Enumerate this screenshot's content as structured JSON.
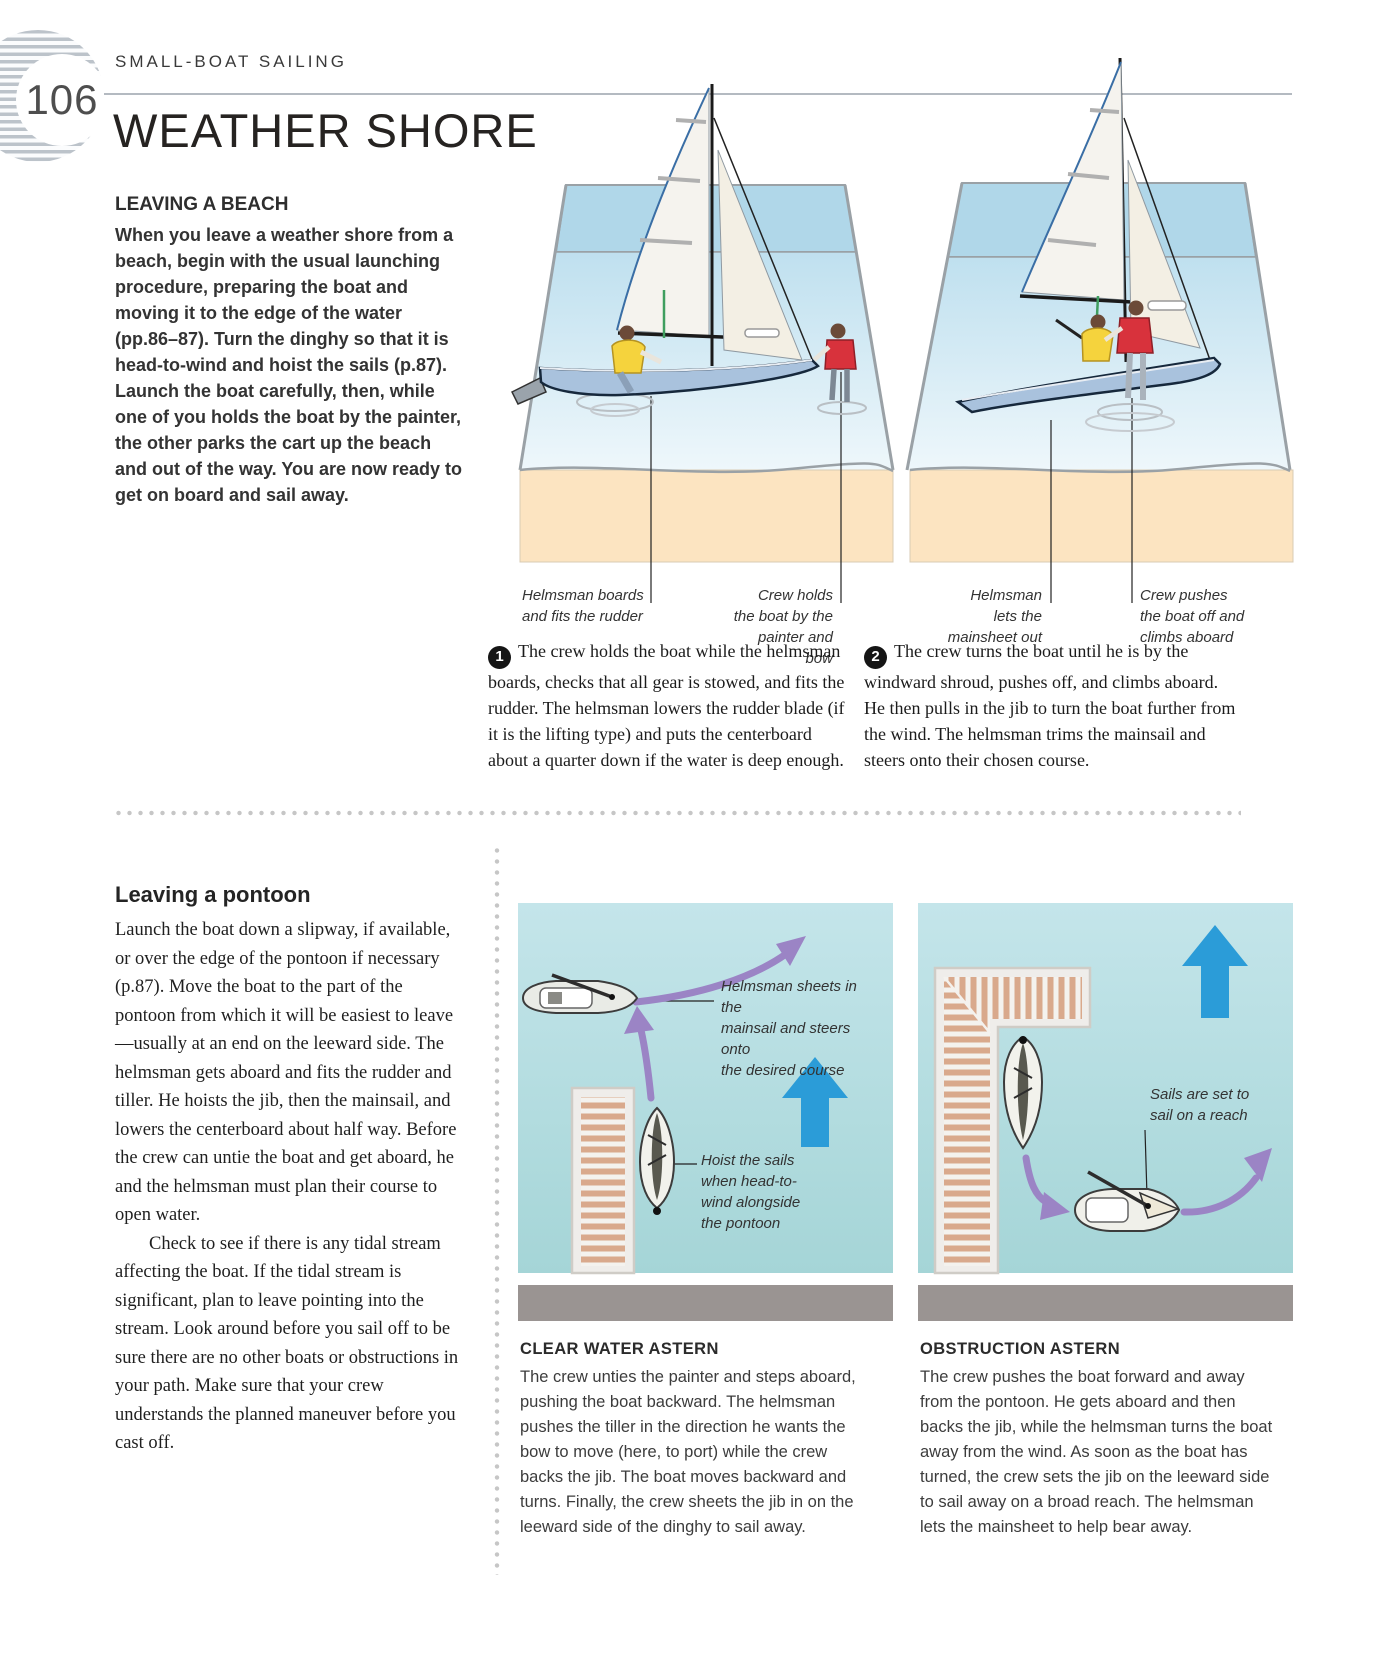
{
  "page": {
    "number": "106",
    "section": "SMALL-BOAT SAILING",
    "title": "WEATHER SHORE"
  },
  "leaving_beach": {
    "heading": "LEAVING A BEACH",
    "intro": "When you leave a weather shore from a beach, begin with the usual launching procedure, preparing the boat and moving it to the edge of the water (pp.86–87). Turn the dinghy so that it is head-to-wind and hoist the sails (p.87). Launch the boat carefully, then, while one of you holds the boat by the painter, the other parks the cart up the beach and out of the way. You are now ready to get on board and sail away.",
    "captions": {
      "helmsman_boards": "Helmsman boards\nand fits the rudder",
      "crew_holds": "Crew holds\nthe boat by the\npainter and bow",
      "helmsman_lets": "Helmsman\nlets the\nmainsheet out",
      "crew_pushes": "Crew pushes\nthe boat off and\nclimbs aboard"
    },
    "steps": [
      {
        "number": "1",
        "text": "The crew holds the boat while the helmsman boards, checks that all gear is stowed, and fits the rudder. The helmsman lowers the rudder blade (if it is the lifting type) and puts the centerboard about a quarter down if the water is deep enough."
      },
      {
        "number": "2",
        "text": "The crew turns the boat until he is by the windward shroud, pushes off, and climbs aboard. He then pulls in the jib to turn the boat further from the wind. The helmsman trims the mainsail and steers onto their chosen course."
      }
    ]
  },
  "leaving_pontoon": {
    "heading": "Leaving a pontoon",
    "para1": "Launch the boat down a slipway, if available, or over the edge of the pontoon if necessary (p.87). Move the boat to the part of the pontoon from which it will be easiest to leave—usually at an end on the leeward side. The helmsman gets aboard and fits the rudder and tiller. He hoists the jib, then the mainsail, and lowers the centerboard about half way. Before the crew can untie the boat and get aboard, he and the helmsman must plan their course to open water.",
    "para2": "Check to see if there is any tidal stream affecting the boat. If the tidal stream is significant, plan to leave pointing into the stream. Look around before you sail off to be sure there are no other boats or obstructions in your path. Make sure that your crew understands the planned maneuver before you cast off."
  },
  "diagrams": {
    "clear_water": {
      "heading": "CLEAR WATER ASTERN",
      "body": "The crew unties the painter and steps aboard, pushing the boat backward. The helmsman pushes the tiller in the direction he wants the bow to move (here, to port) while the crew backs the jib. The boat moves backward and turns. Finally, the crew sheets the jib in on the leeward side of the dinghy to sail away.",
      "caption_course": "Helmsman sheets in the\nmainsail and steers onto\nthe desired course",
      "caption_hoist": "Hoist the sails\nwhen head-to-\nwind alongside\nthe pontoon"
    },
    "obstruction": {
      "heading": "OBSTRUCTION ASTERN",
      "body": "The crew pushes the boat forward and away from the pontoon. He gets aboard and then backs the jib, while the helmsman turns the boat away from the wind. As soon as the boat has turned, the crew sets the jib on the leeward side to sail away on a broad reach. The helmsman lets the mainsheet to help bear away.",
      "caption_reach": "Sails are set to\nsail on a reach"
    }
  },
  "colors": {
    "water_top_scene": "#bfe0ef",
    "water_teal": "#aedbdd",
    "sand": "#fce4c1",
    "hull_blue": "#a9c2dd",
    "pontoon_stripe": "#d9a98c",
    "purple_arrow": "#9b84c5",
    "wind_arrow": "#2b9cd8",
    "gray_band": "#9a9492"
  }
}
